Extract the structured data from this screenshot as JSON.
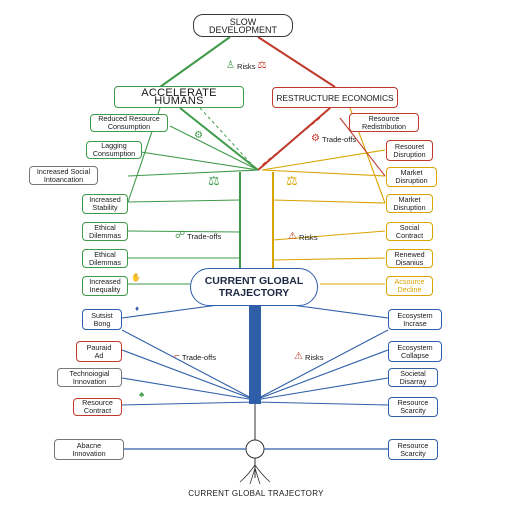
{
  "top_node": "SLOW DEVELOPMENT",
  "risks_top": "Risks",
  "left_branch": "ACCELERATE HUMANS",
  "right_branch": "RESTRUCTURE ECONOMICS",
  "center_node": "CURRENT GLOBAL\nTRAJECTORY",
  "left_nodes": [
    "Reduced Resource\nConsumption",
    "Lagging\nConsumption",
    "Increased Social\nIntoancation",
    "Increased\nStability",
    "Ethical\nDilemmas",
    "Ethical\nDilemmas",
    "Increased\nInequality"
  ],
  "right_nodes": [
    "Resource\nRedistribution",
    "Resouret\nDisruption",
    "Market\nDisruption",
    "Market\nDisruption",
    "Social\nContract",
    "Renewed\nDisanius",
    "Acsource\nDecline"
  ],
  "lower_left_nodes": [
    "Sutsist\nBong",
    "Pauraid\nAd",
    "Technoiogial\nInnovation",
    "Resource\nContract"
  ],
  "lower_right_nodes": [
    "Ecosystem\nIncrase",
    "Ecosystem\nCollapse",
    "Societal\nDisarray",
    "Resource\nScarcity"
  ],
  "bottom_left_node": "Abacne\nInnovation",
  "bottom_right_node": "Resource\nScarcity",
  "tradeoffs_upper_right": "Trade-offs",
  "tradeoffs_mid_left": "Trade-offs",
  "risks_mid_right": "Risks",
  "tradeoffs_lower_left": "Trade-offs",
  "risks_lower_right": "Risks",
  "bottom_title": "CURRENT GLOBAL TRAJECTORY",
  "colors": {
    "green": "#3f9a4a",
    "red": "#c0392b",
    "yellow": "#d9a400",
    "blue": "#2f5fa8",
    "gray": "#777777"
  },
  "icons": [
    "person-icon",
    "scale-icon",
    "gear-icon",
    "warning-icon",
    "hands-icon",
    "trade-icon"
  ]
}
